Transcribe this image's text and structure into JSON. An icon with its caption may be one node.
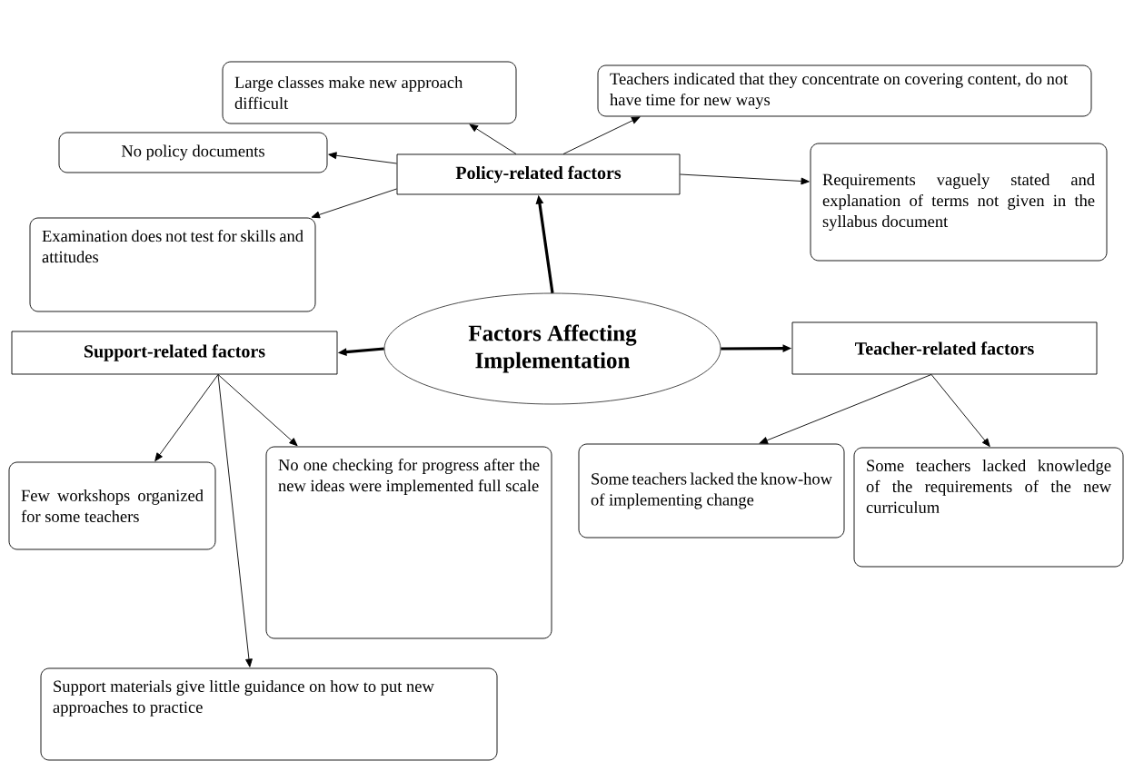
{
  "diagram": {
    "nodes": [
      {
        "text": [
          "Large classes make new approach difficult"
        ]
      },
      {
        "text": [
          "Teachers indicated that they concentrate on covering content, do not have time for new ways"
        ]
      },
      {
        "text": [
          "No policy documents"
        ]
      },
      {
        "text": [
          "Policy-related factors"
        ]
      },
      {
        "text": [
          "Requirements vaguely stated and explanation of terms not given in the syllabus document"
        ]
      },
      {
        "text": [
          "Examination does not test for skills and attitudes"
        ]
      },
      {
        "text": [
          "Factors Affecting Implementation"
        ]
      },
      {
        "text": [
          "Support-related factors"
        ]
      },
      {
        "text": [
          "Teacher-related factors"
        ]
      },
      {
        "text": [
          "Few workshops organized for some teachers"
        ]
      },
      {
        "text": [
          "No one checking for progress after the new ideas were implemented full scale"
        ]
      },
      {
        "text": [
          "Some teachers lacked the know-how of implementing change"
        ]
      },
      {
        "text": [
          "Some teachers lacked knowledge of the requirements of the new curriculum"
        ]
      },
      {
        "text": [
          "Support materials give little guidance on how to put new approaches to practice"
        ]
      }
    ],
    "edges": [
      {
        "from": 6,
        "to": 3,
        "arrow": "to",
        "style": "thick"
      },
      {
        "from": 6,
        "to": 7,
        "arrow": "to",
        "style": "thick"
      },
      {
        "from": 6,
        "to": 8,
        "arrow": "to",
        "style": "thick"
      },
      {
        "from": 3,
        "to": 2,
        "arrow": "to"
      },
      {
        "from": 3,
        "to": 0,
        "arrow": "to"
      },
      {
        "from": 3,
        "to": 1,
        "arrow": "to"
      },
      {
        "from": 3,
        "to": 4,
        "arrow": "to"
      },
      {
        "from": 3,
        "to": 5,
        "arrow": "to"
      },
      {
        "from": 7,
        "to": 9,
        "arrow": "to"
      },
      {
        "from": 7,
        "to": 10,
        "arrow": "to"
      },
      {
        "from": 7,
        "to": 13,
        "arrow": "to"
      },
      {
        "from": 8,
        "to": 11,
        "arrow": "to"
      },
      {
        "from": 8,
        "to": 12,
        "arrow": "to"
      }
    ]
  }
}
